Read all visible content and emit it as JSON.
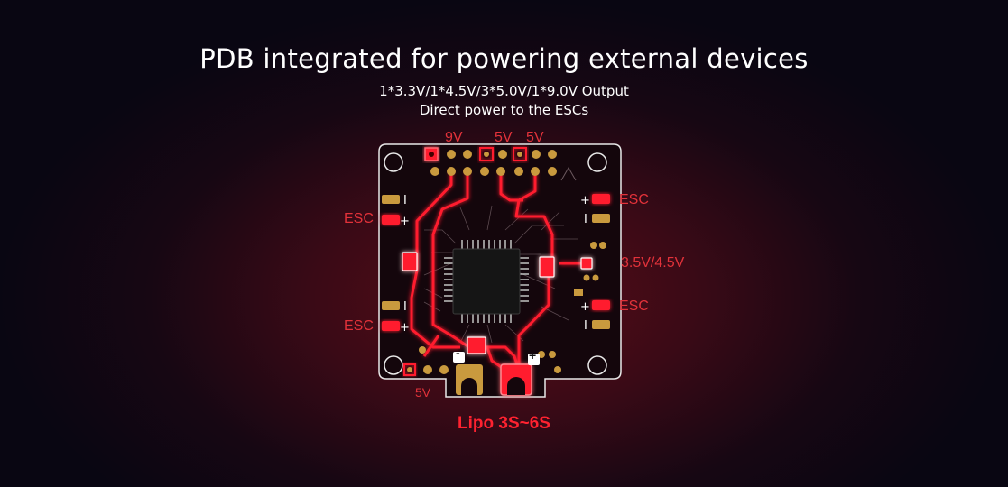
{
  "heading": {
    "title": "PDB integrated for powering external devices",
    "line1": "1*3.3V/1*4.5V/3*5.0V/1*9.0V Output",
    "line2": "Direct power to the ESCs"
  },
  "labels": {
    "top_9v": "9V",
    "top_5v_a": "5V",
    "top_5v_b": "5V",
    "esc_top_left": "ESC",
    "esc_top_right": "ESC",
    "esc_bottom_left": "ESC",
    "esc_bottom_right": "ESC",
    "volt_right": "3.5V/4.5V",
    "bottom_5v": "5V",
    "plus": "+",
    "minus": "-",
    "battery": "Lipo 3S~6S"
  },
  "colors": {
    "background": "#0a0612",
    "glow": "#5a0d18",
    "trace": "#ff1f2e",
    "pad_gold": "#c99a3e",
    "label_red": "#e2323a",
    "text": "#ffffff"
  }
}
